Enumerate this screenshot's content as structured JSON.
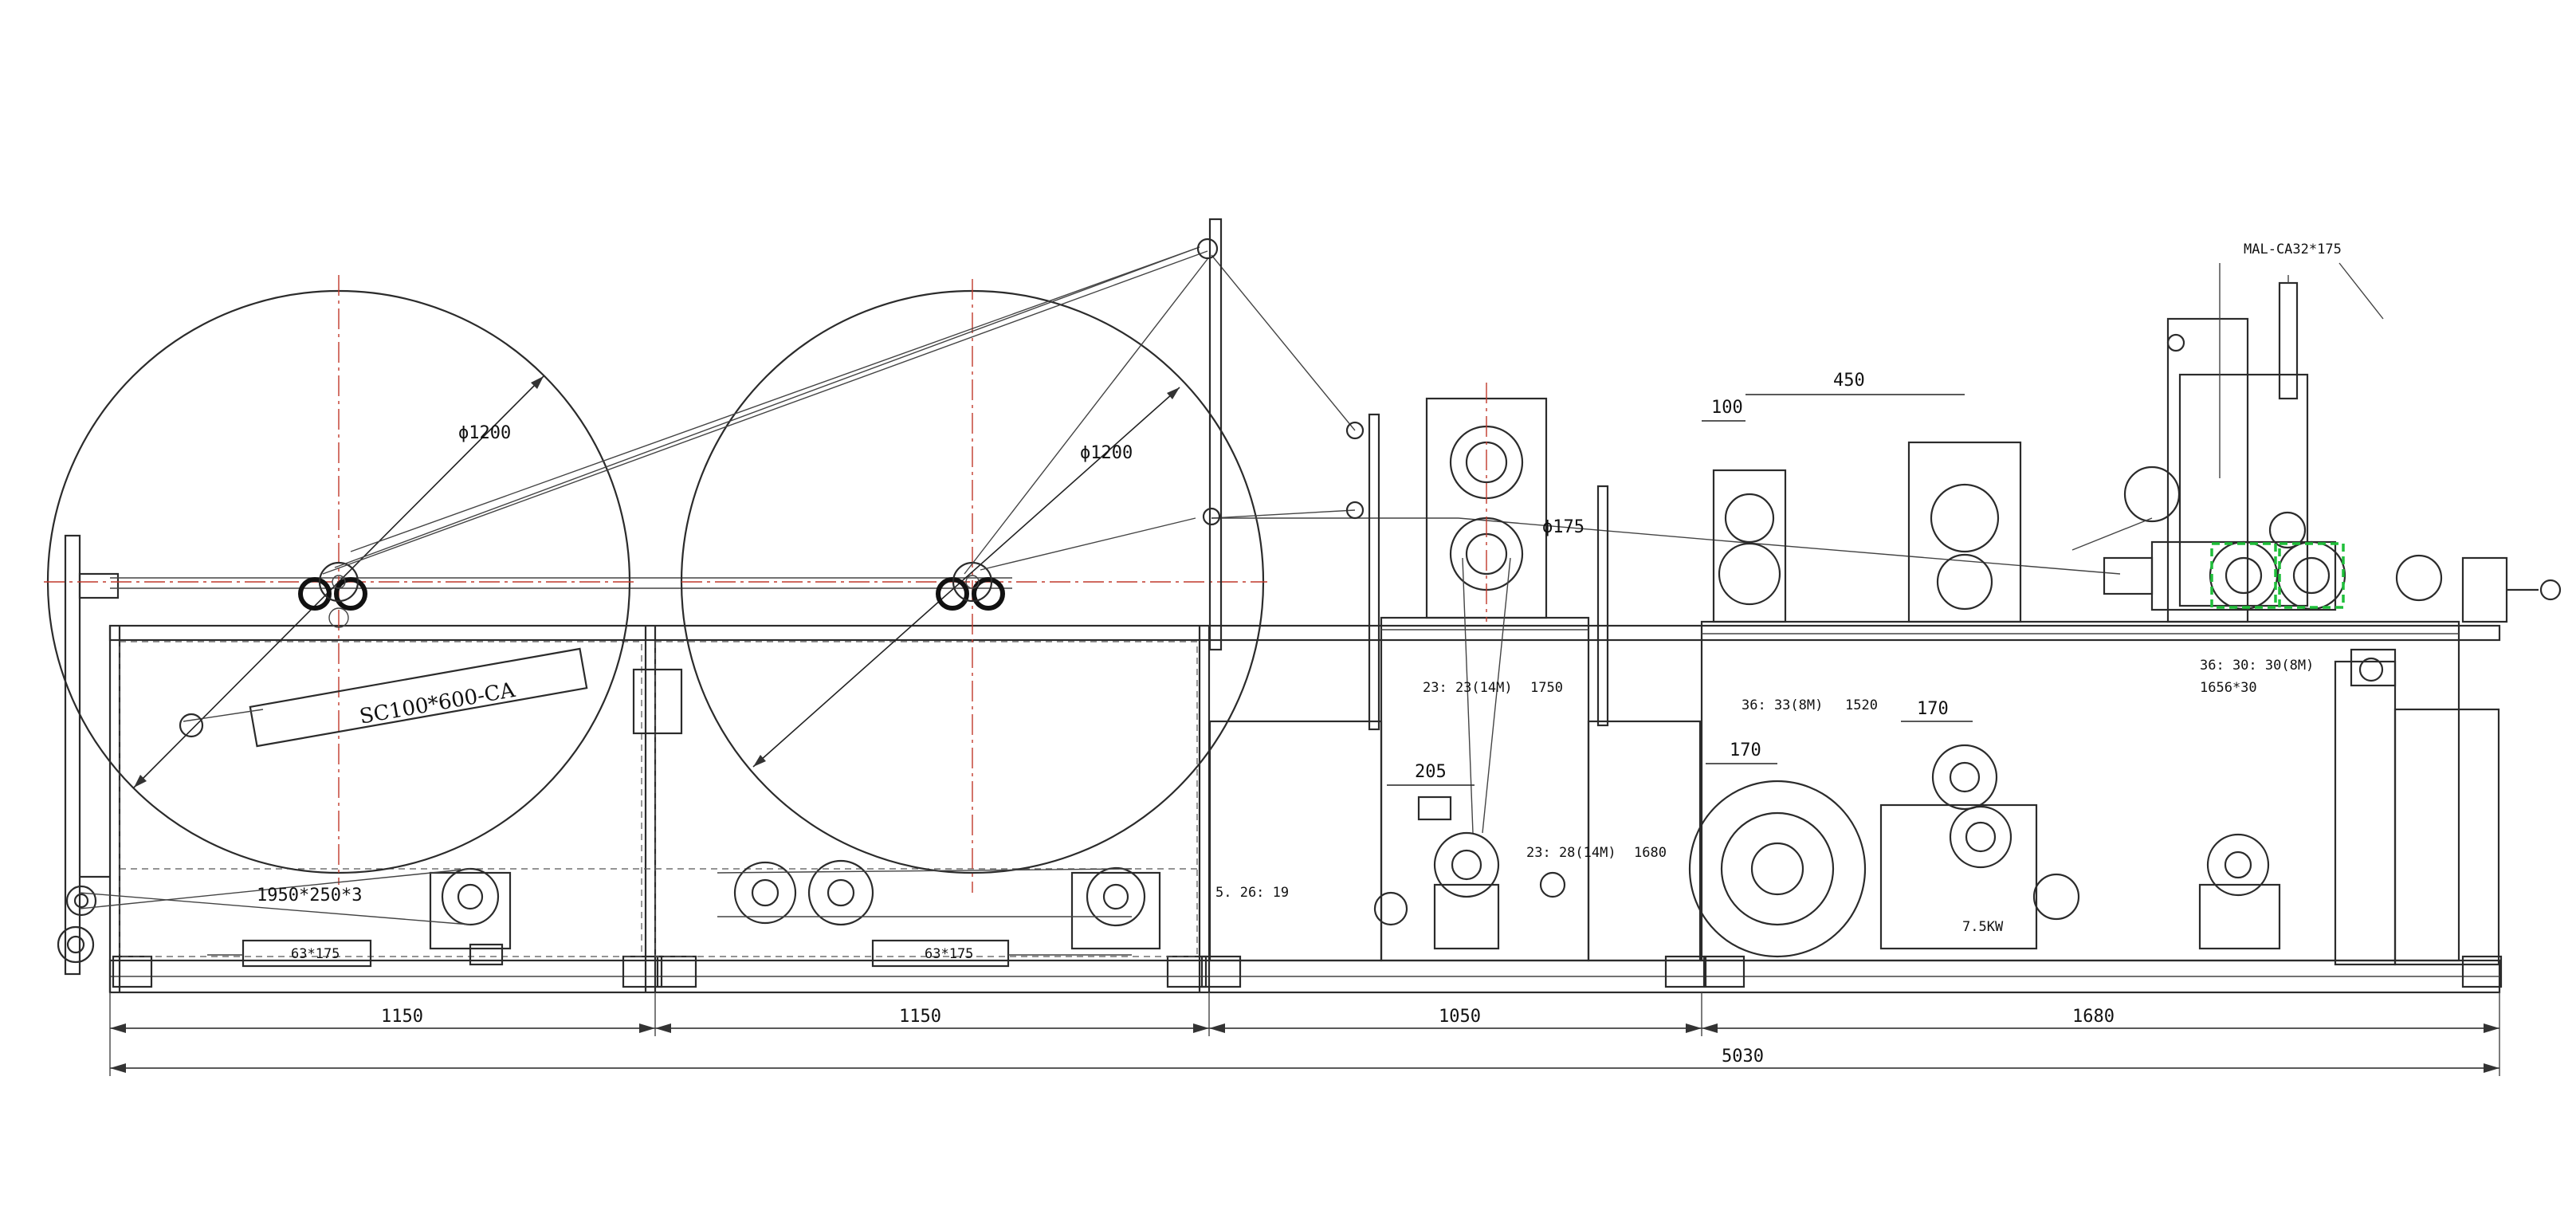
{
  "drawing": {
    "reel_diameter_1": "ϕ1200",
    "reel_diameter_2": "ϕ1200",
    "roller_diameter": "ϕ175",
    "cylinder_main": "SC100*600-CA",
    "cylinder_top": "MAL-CA32*175",
    "cylinder_left": "63*175",
    "cylinder_mid": "63*175",
    "belt_spec": "1950*250*3",
    "gear_ratio_a": "23: 23(14M)",
    "gear_ratio_a_len": "1750",
    "gear_ratio_b": "23: 28(14M)",
    "gear_ratio_b_len": "1680",
    "gear_ratio_c": "36: 33(8M)",
    "gear_ratio_c_len": "1520",
    "gear_ratio_d": "36: 30: 30(8M)",
    "gear_ratio_d_len": "1656*30",
    "gear_ratio_e": "5. 26: 19",
    "motor_power": "7.5KW",
    "dim_205": "205",
    "dim_170_a": "170",
    "dim_170_b": "170",
    "dim_100": "100",
    "dim_450": "450",
    "dim_1150_a": "1150",
    "dim_1150_b": "1150",
    "dim_1050": "1050",
    "dim_1680": "1680",
    "dim_total": "5030"
  },
  "colors": {
    "line": "#2b2b2b",
    "centerline": "#c0392b",
    "highlight": "#1fbf3a"
  }
}
